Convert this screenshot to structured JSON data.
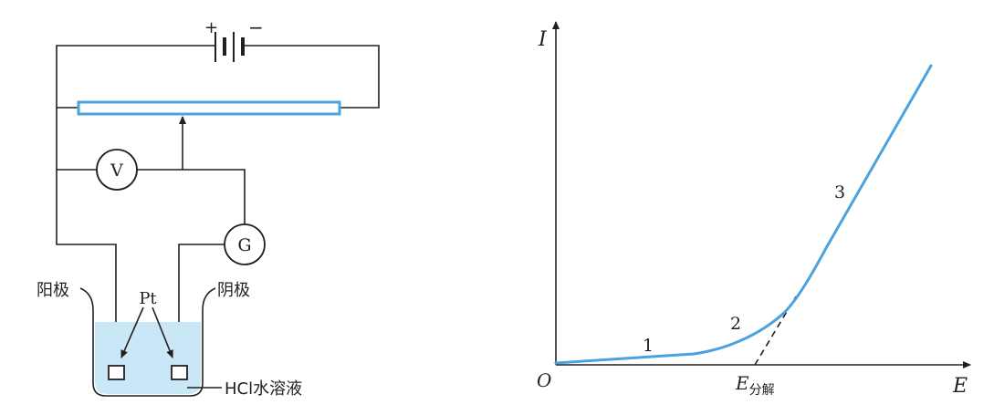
{
  "circuit": {
    "battery_plus": "+",
    "battery_minus": "−",
    "voltmeter": "V",
    "galvanometer": "G",
    "anode_label": "阳极",
    "cathode_label": "阴极",
    "electrode_label": "Pt",
    "solution_label": "HCl水溶液",
    "colors": {
      "wire": "#231f20",
      "rheostat": "#4aa3df",
      "solution": "#c9e7f7"
    }
  },
  "graph": {
    "y_axis_label": "I",
    "x_axis_label": "E",
    "origin_label": "O",
    "decomp_label_main": "E",
    "decomp_label_sub": "分解",
    "segment_labels": [
      "1",
      "2",
      "3"
    ],
    "curve_color": "#4aa3df"
  }
}
